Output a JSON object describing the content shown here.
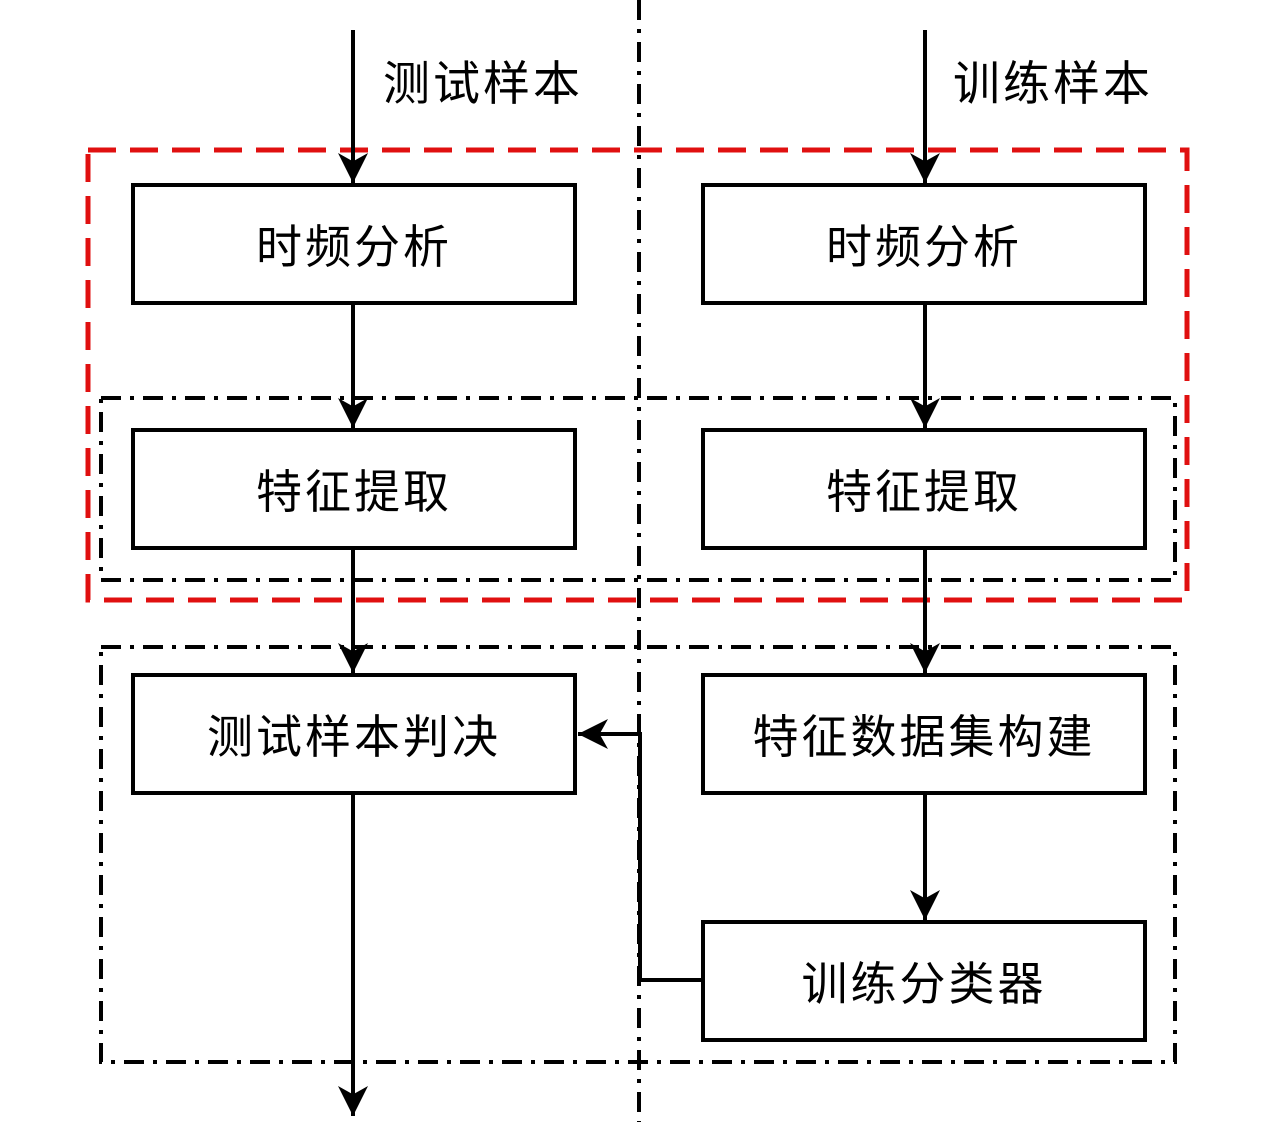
{
  "diagram": {
    "top_labels": {
      "test": "测试样本",
      "train": "训练样本"
    },
    "boxes": {
      "tfa_test": "时频分析",
      "tfa_train": "时频分析",
      "fe_test": "特征提取",
      "fe_train": "特征提取",
      "decision": "测试样本判决",
      "dataset": "特征数据集构建",
      "classifier": "训练分类器"
    },
    "colors": {
      "red_outline": "#e01010",
      "line": "#000000",
      "background": "#ffffff"
    }
  }
}
